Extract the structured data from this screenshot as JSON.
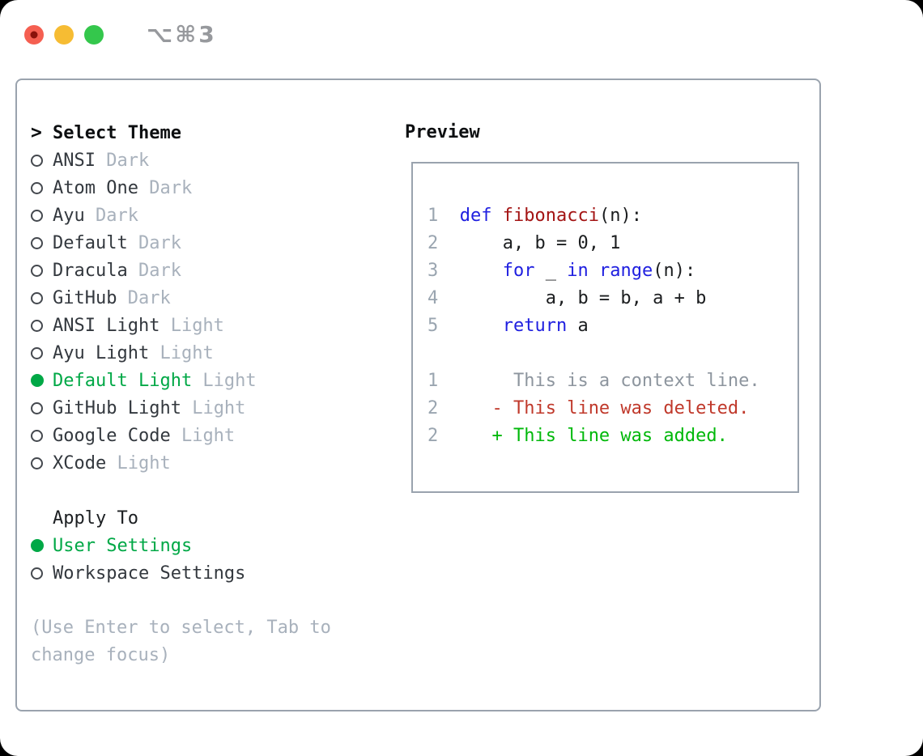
{
  "window": {
    "title": "⌥⌘3"
  },
  "theme_picker": {
    "prompt": ">",
    "title": "Select Theme",
    "items": [
      {
        "name": "ANSI",
        "variant": "Dark",
        "selected": false
      },
      {
        "name": "Atom One",
        "variant": "Dark",
        "selected": false
      },
      {
        "name": "Ayu",
        "variant": "Dark",
        "selected": false
      },
      {
        "name": "Default",
        "variant": "Dark",
        "selected": false
      },
      {
        "name": "Dracula",
        "variant": "Dark",
        "selected": false
      },
      {
        "name": "GitHub",
        "variant": "Dark",
        "selected": false
      },
      {
        "name": "ANSI Light",
        "variant": "Light",
        "selected": false
      },
      {
        "name": "Ayu Light",
        "variant": "Light",
        "selected": false
      },
      {
        "name": "Default Light",
        "variant": "Light",
        "selected": true
      },
      {
        "name": "GitHub Light",
        "variant": "Light",
        "selected": false
      },
      {
        "name": "Google Code",
        "variant": "Light",
        "selected": false
      },
      {
        "name": "XCode",
        "variant": "Light",
        "selected": false
      }
    ]
  },
  "apply_to": {
    "title": "Apply To",
    "options": [
      {
        "label": "User Settings",
        "selected": true
      },
      {
        "label": "Workspace Settings",
        "selected": false
      }
    ]
  },
  "help": {
    "line1": "(Use Enter to select, Tab to",
    "line2": "change focus)"
  },
  "preview": {
    "title": "Preview",
    "lines": [
      {
        "tokens": [
          [
            "ln",
            "1  "
          ],
          [
            "kw",
            "def"
          ],
          [
            "pl",
            " "
          ],
          [
            "fn",
            "fibonacci"
          ],
          [
            "pl",
            "(n):"
          ]
        ]
      },
      {
        "tokens": [
          [
            "ln",
            "2  "
          ],
          [
            "pl",
            "    a, b = 0, 1"
          ]
        ]
      },
      {
        "tokens": [
          [
            "ln",
            "3  "
          ],
          [
            "pl",
            "    "
          ],
          [
            "kw",
            "for"
          ],
          [
            "pl",
            " _ "
          ],
          [
            "kw",
            "in"
          ],
          [
            "pl",
            " "
          ],
          [
            "kw",
            "range"
          ],
          [
            "pl",
            "(n):"
          ]
        ]
      },
      {
        "tokens": [
          [
            "ln",
            "4  "
          ],
          [
            "pl",
            "        a, b = b, a + b"
          ]
        ]
      },
      {
        "tokens": [
          [
            "ln",
            "5  "
          ],
          [
            "pl",
            "    "
          ],
          [
            "kw",
            "return"
          ],
          [
            "pl",
            " a"
          ]
        ]
      },
      {
        "tokens": []
      },
      {
        "tokens": [
          [
            "ln",
            "1  "
          ],
          [
            "ctx",
            "     This is a context line."
          ]
        ]
      },
      {
        "tokens": [
          [
            "ln",
            "2  "
          ],
          [
            "del",
            "   - This line was deleted."
          ]
        ]
      },
      {
        "tokens": [
          [
            "ln",
            "2  "
          ],
          [
            "add",
            "   + This line was added."
          ]
        ]
      }
    ]
  },
  "colors": {
    "traffic-red": "#f55f51",
    "traffic-red-dot": "#8a120b",
    "traffic-yellow": "#f6bc33",
    "traffic-green": "#34c74c",
    "titlebar-text": "#97999d",
    "border": "#9aa3ae",
    "heading-text": "#0d0f11",
    "subheading-text": "#1c1f22",
    "item-text": "#33383e",
    "muted-text": "#a8b1bc",
    "radio-stroke": "#44484e",
    "select-green": "#00a846",
    "lineno": "#9aa5b0",
    "keyword-blue": "#2020e0",
    "function-red": "#a31414",
    "code-text": "#1b1d1f",
    "context-gray": "#8d959e",
    "diff-red": "#c0392b",
    "diff-green": "#00b80a"
  }
}
